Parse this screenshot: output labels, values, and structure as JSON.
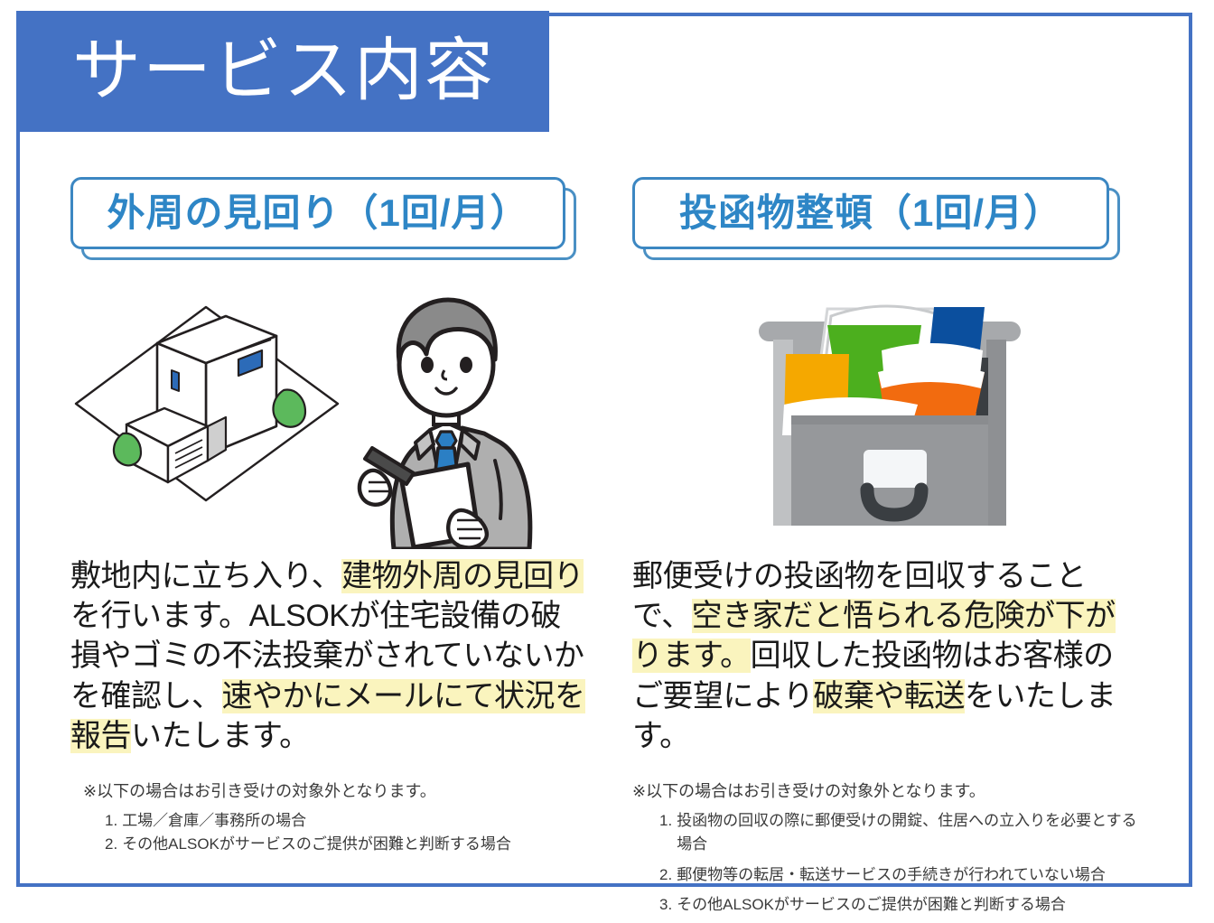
{
  "banner": {
    "title": "サービス内容"
  },
  "colors": {
    "banner_blue": "#4472C4",
    "heading_blue": "#2E86C6",
    "frame_blue": "#4472C4",
    "highlight_yellow": "#FAF4BE",
    "body_text": "#1A1A1A"
  },
  "columns": [
    {
      "heading": "外周の見回り（1回/月）",
      "illustration": "house-inspector-illustration",
      "body": [
        {
          "t": "敷地内に立ち入り、",
          "hl": false
        },
        {
          "t": "建物外周の見回り",
          "hl": true
        },
        {
          "t": "を行います。ALSOKが住宅設備の破損やゴミの不法投棄がされていないかを確認し、",
          "hl": false
        },
        {
          "t": "速やかにメールにて状況を報告",
          "hl": true
        },
        {
          "t": "いたします。",
          "hl": false
        }
      ],
      "notes_lead": "※以下の場合はお引き受けの対象外となります。",
      "notes": [
        {
          "num": "1.",
          "text": "工場／倉庫／事務所の場合"
        },
        {
          "num": "2.",
          "text": "その他ALSOKがサービスのご提供が困難と判断する場合"
        }
      ]
    },
    {
      "heading": "投函物整頓（1回/月）",
      "illustration": "mailbox-with-mail-illustration",
      "body": [
        {
          "t": "郵便受けの投函物を回収することで、",
          "hl": false
        },
        {
          "t": "空き家だと悟られる危険が下がります。",
          "hl": true
        },
        {
          "t": "回収した投函物はお客様のご要望により",
          "hl": false
        },
        {
          "t": "破棄や転送",
          "hl": true
        },
        {
          "t": "をいたします。",
          "hl": false
        }
      ],
      "notes_lead": "※以下の場合はお引き受けの対象外となります。",
      "notes": [
        {
          "num": "1.",
          "text": "投函物の回収の際に郵便受けの開錠、住居への立入りを必要とする場合"
        },
        {
          "num": "2.",
          "text": "郵便物等の転居・転送サービスの手続きが行われていない場合"
        },
        {
          "num": "3.",
          "text": "その他ALSOKがサービスのご提供が困難と判断する場合"
        }
      ]
    }
  ]
}
